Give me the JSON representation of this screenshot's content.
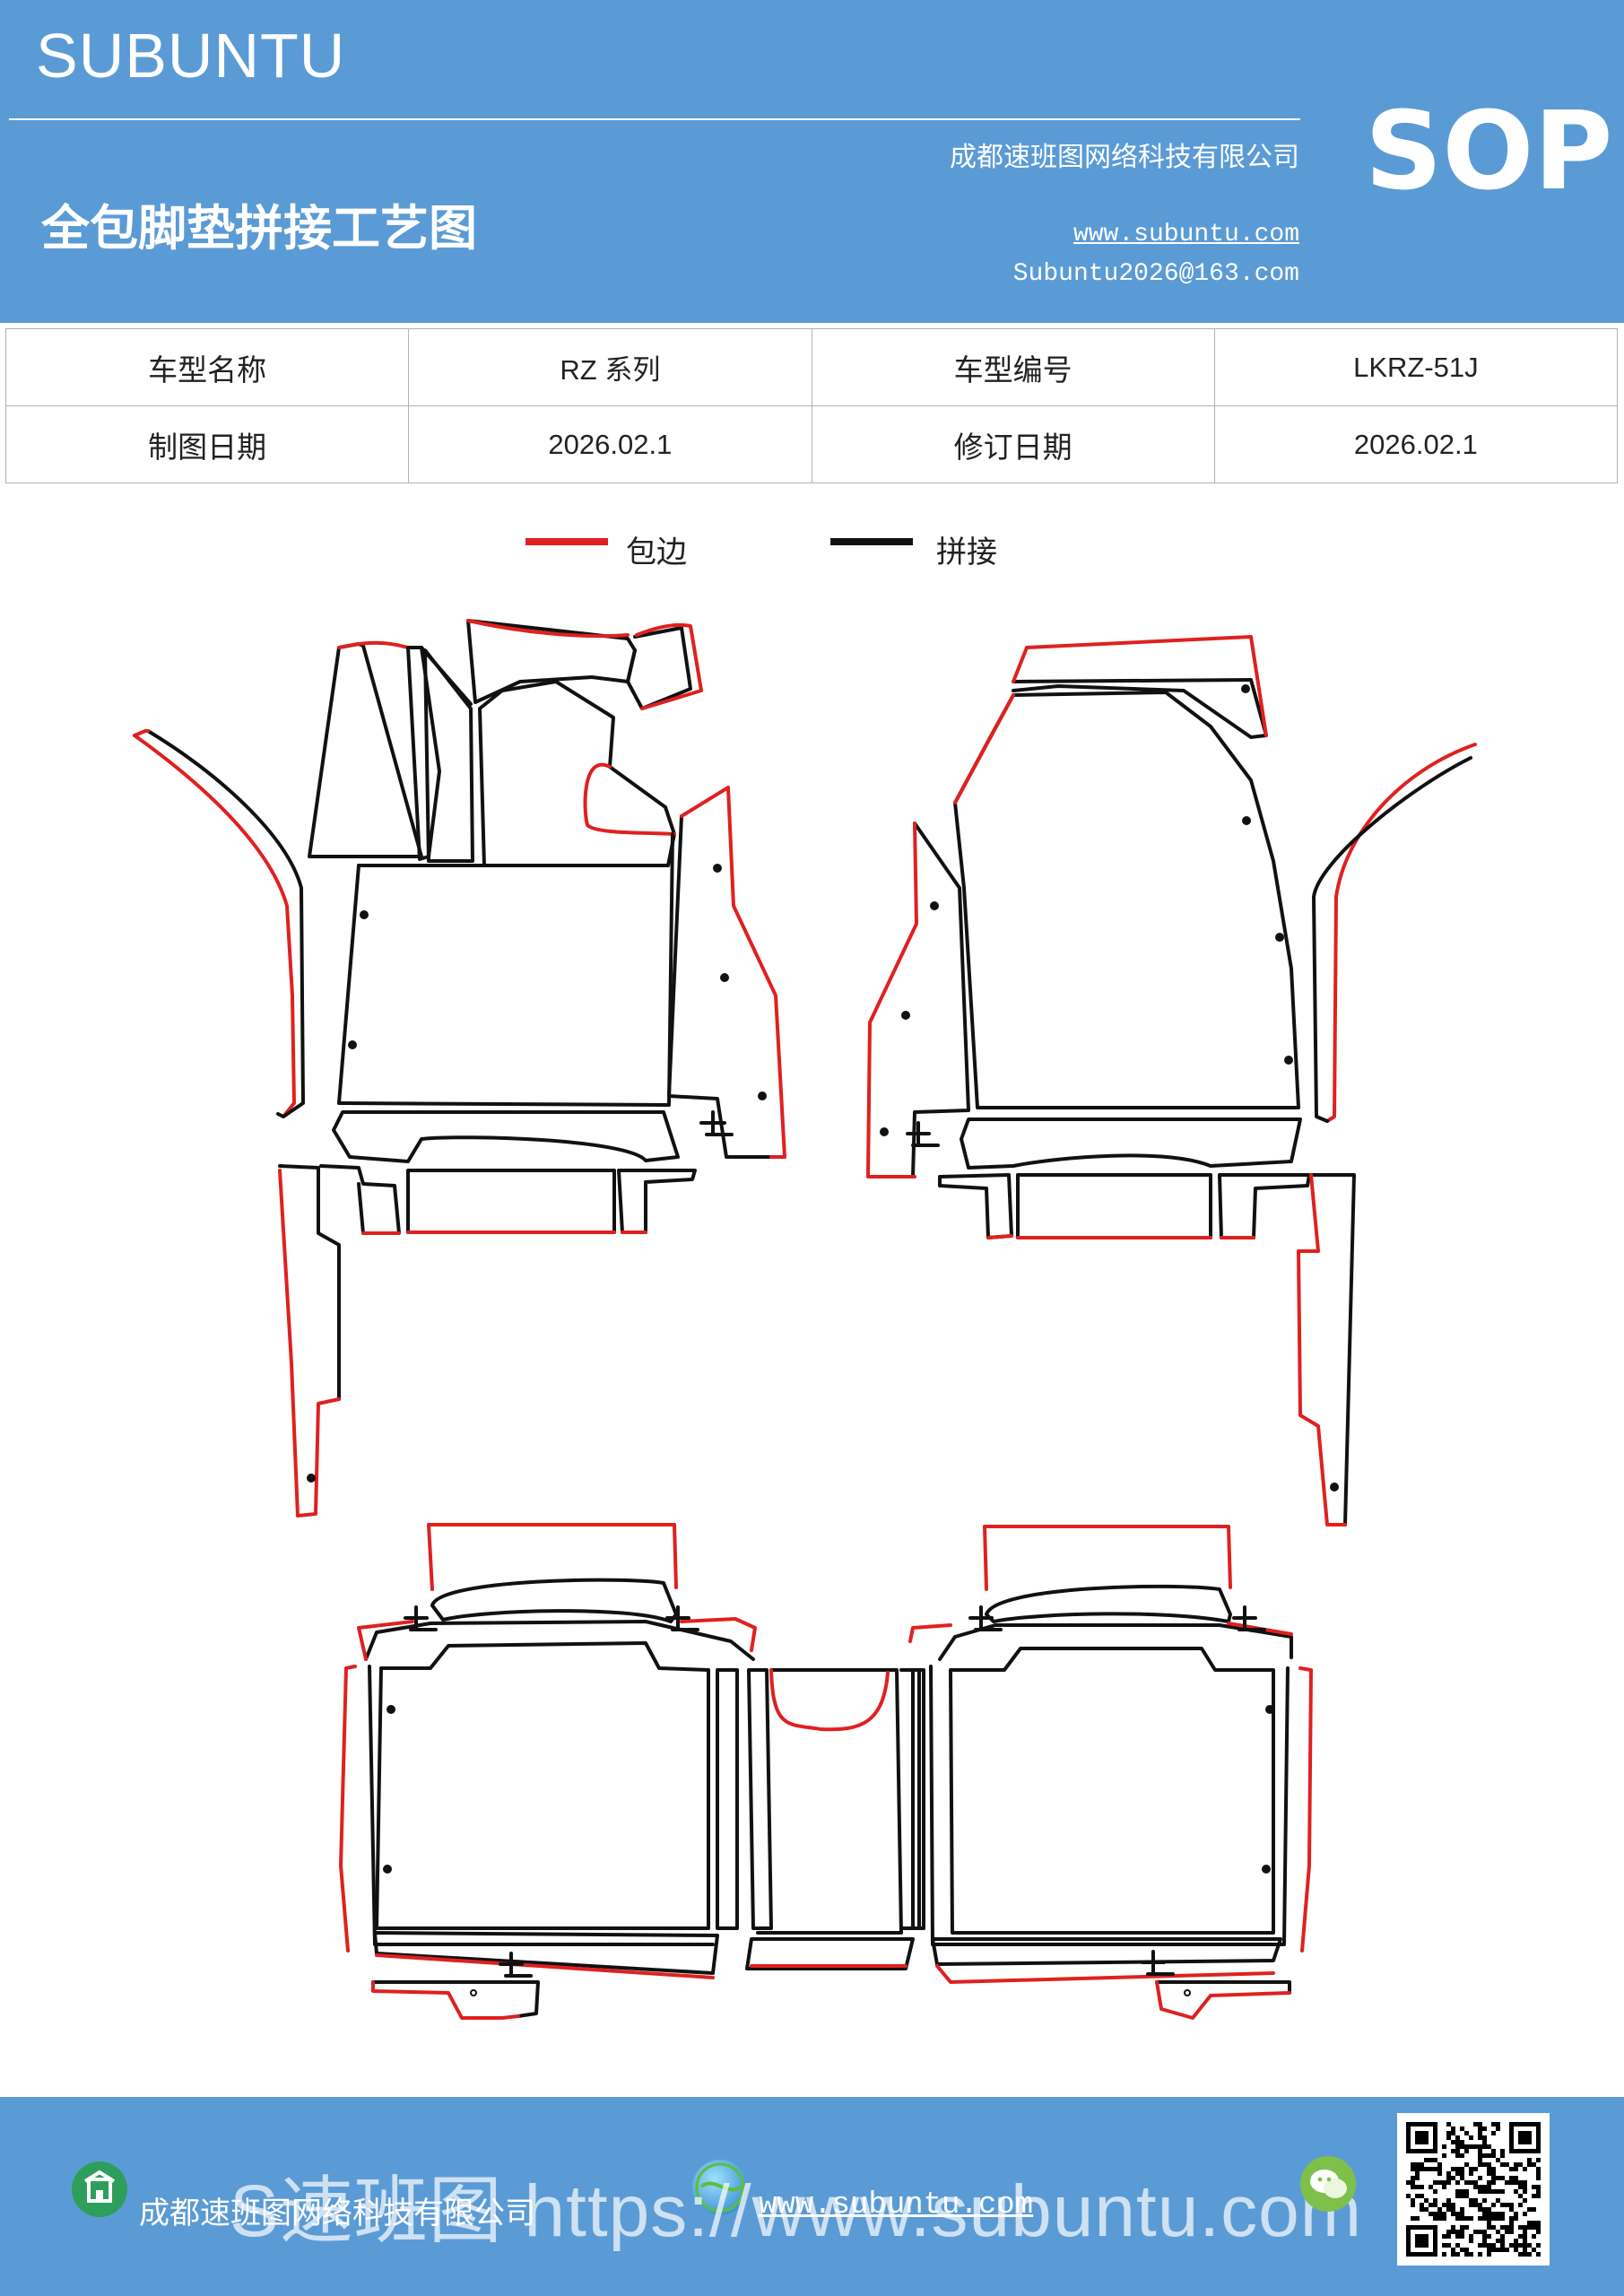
{
  "header": {
    "brand": "SUBUNTU",
    "title": "全包脚垫拼接工艺图",
    "company": "成都速班图网络科技有限公司",
    "website": "www.subuntu.com",
    "email": "Subuntu2026@163.com",
    "badge": "SOP"
  },
  "info_table": {
    "rows": [
      {
        "label1": "车型名称",
        "value1": "RZ 系列",
        "label2": "车型编号",
        "value2": "LKRZ-51J"
      },
      {
        "label1": "制图日期",
        "value1": "2026.02.1",
        "label2": "修订日期",
        "value2": "2026.02.1"
      }
    ]
  },
  "legend": [
    {
      "label": "包边",
      "color": "#e02020"
    },
    {
      "label": "拼接",
      "color": "#111111"
    }
  ],
  "drawing": {
    "edge_color": "#e02020",
    "seam_color": "#111111",
    "marks": [
      "止",
      "止",
      "止",
      "止",
      "止",
      "止",
      "止",
      "止"
    ]
  },
  "footer": {
    "company": "成都速班图网络科技有限公司",
    "website": "www.subuntu.com",
    "watermark": "S速班图 https://www.subuntu.com"
  },
  "icons": [
    "building-icon",
    "globe-icon",
    "wechat-icon",
    "qr-code-icon"
  ]
}
